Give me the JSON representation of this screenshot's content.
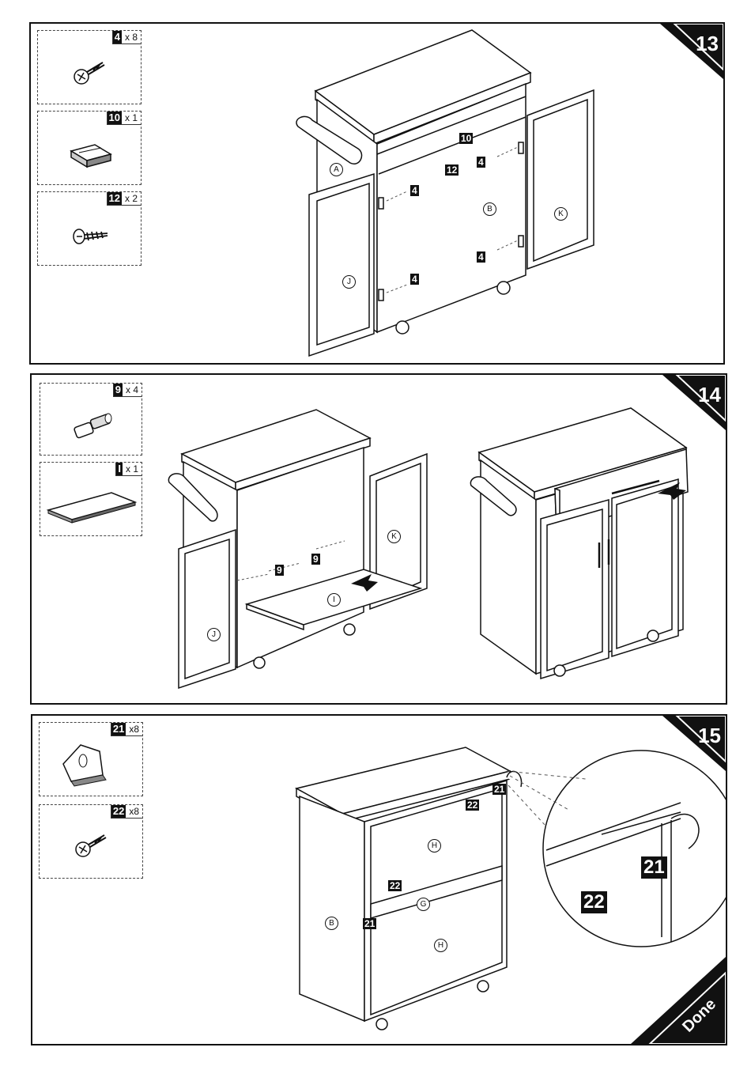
{
  "steps": [
    {
      "number": "13",
      "parts": [
        {
          "part": "4",
          "qty": "x 8",
          "icon": "screw-icon"
        },
        {
          "part": "10",
          "qty": "x 1",
          "icon": "magnetic-catch-icon"
        },
        {
          "part": "12",
          "qty": "x 2",
          "icon": "short-screw-icon"
        }
      ],
      "labels": {
        "a": "A",
        "b": "B",
        "k": "K",
        "j": "J",
        "p10": "10",
        "p12": "12",
        "p4a": "4",
        "p4b": "4",
        "p4c": "4",
        "p4d": "4"
      }
    },
    {
      "number": "14",
      "parts": [
        {
          "part": "9",
          "qty": "x 4",
          "icon": "shelf-pin-icon"
        },
        {
          "part": "I",
          "qty": "x 1",
          "icon": "shelf-board-icon"
        }
      ],
      "labels": {
        "k": "K",
        "j": "J",
        "i": "I",
        "p9a": "9",
        "p9b": "9"
      }
    },
    {
      "number": "15",
      "parts": [
        {
          "part": "21",
          "qty": "x8",
          "icon": "l-bracket-icon"
        },
        {
          "part": "22",
          "qty": "x8",
          "icon": "screw-icon"
        }
      ],
      "labels": {
        "b": "B",
        "h1": "H",
        "g": "G",
        "h2": "H",
        "p21a": "21",
        "p22a": "22",
        "p22b": "22",
        "p21b": "21",
        "zoom21": "21",
        "zoom22": "22"
      }
    }
  ],
  "done_label": "Done"
}
